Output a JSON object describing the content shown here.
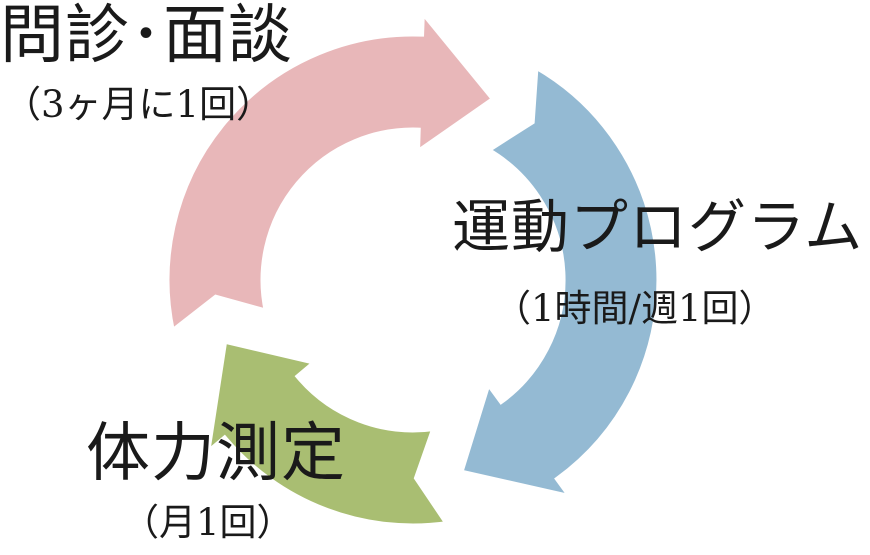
{
  "stages": [
    {
      "title": "問診･面談",
      "subtitle": "（3ヶ月に1回）",
      "color": "#e8b7b9"
    },
    {
      "title": "運動プログラム",
      "subtitle": "（1時間/週1回）",
      "color": "#94bad3"
    },
    {
      "title": "体力測定",
      "subtitle": "（月1回）",
      "color": "#a9be72"
    }
  ]
}
